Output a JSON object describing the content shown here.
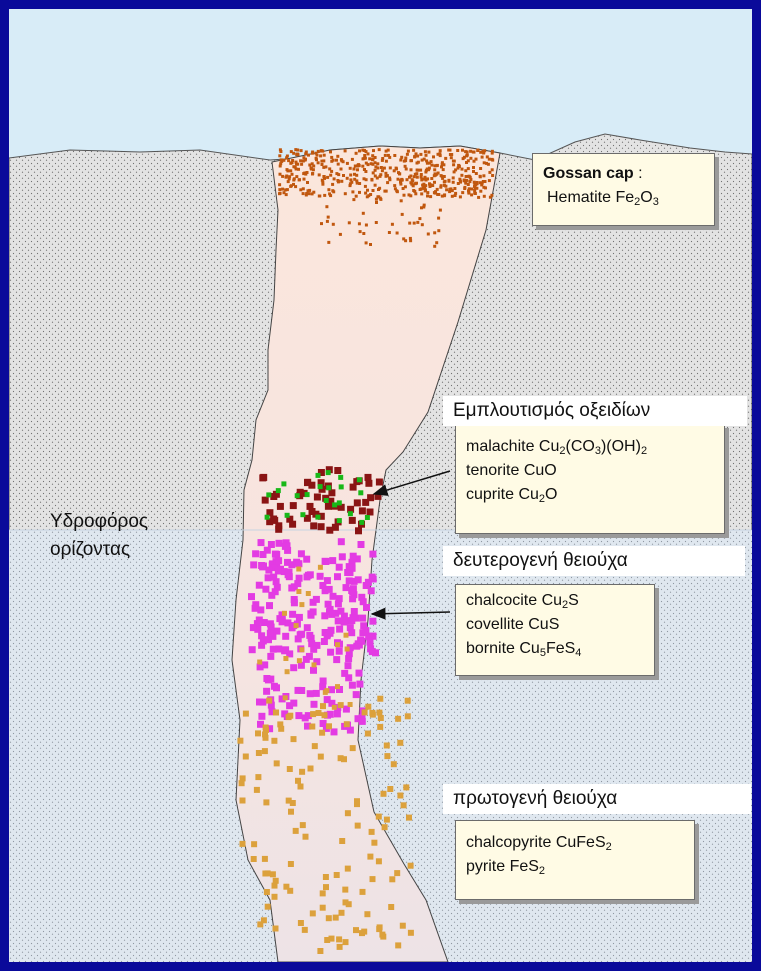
{
  "colors": {
    "frame_blue": "#0a0a9a",
    "sky": "#d8ecf7",
    "rock": "#e3e3e3",
    "rock_dots": "#6f6f6f",
    "water_zone": "#dfe7ef",
    "vein_upper": "#fbe6dc",
    "vein_lower": "#ede3e6",
    "gossan_orange": "#c0570e",
    "oxide_darkred": "#8a1414",
    "oxide_green": "#18b818",
    "secondary_magenta": "#e33be3",
    "primary_gold": "#dca13c",
    "box_fill": "#fffbe5"
  },
  "gossan": {
    "label_bold": "Gossan cap",
    "label_suffix": " :",
    "line2": {
      "text": "Hematite Fe",
      "sub": "2",
      "text2": "O",
      "sub2": "3"
    }
  },
  "water_table": {
    "line1": "Υδροφόρος",
    "line2": "ορίζοντας"
  },
  "oxide_zone": {
    "heading": "Εμπλουτισμός οξειδίων",
    "minerals": [
      {
        "a": "malachite Cu",
        "sa": "2",
        "b": "(CO",
        "sb": "3",
        "c": ")(OH)",
        "sc": "2"
      },
      {
        "a": "tenorite CuO",
        "sa": "",
        "b": "",
        "sb": "",
        "c": "",
        "sc": ""
      },
      {
        "a": "cuprite Cu",
        "sa": "2",
        "b": "O",
        "sb": "",
        "c": "",
        "sc": ""
      }
    ]
  },
  "secondary_zone": {
    "heading": "δευτερογενή θειούχα",
    "minerals": [
      {
        "a": "chalcocite Cu",
        "sa": "2",
        "b": "S",
        "sb": "",
        "c": "",
        "sc": ""
      },
      {
        "a": "covellite CuS",
        "sa": "",
        "b": "",
        "sb": "",
        "c": "",
        "sc": ""
      },
      {
        "a": "bornite Cu",
        "sa": "5",
        "b": "FeS",
        "sb": "4",
        "c": "",
        "sc": ""
      }
    ]
  },
  "primary_zone": {
    "heading": "πρωτογενή θειούχα",
    "minerals": [
      {
        "a": "chalcopyrite CuFeS",
        "sa": "2",
        "b": "",
        "sb": "",
        "c": "",
        "sc": ""
      },
      {
        "a": "pyrite FeS",
        "sa": "2",
        "b": "",
        "sb": "",
        "c": "",
        "sc": ""
      }
    ]
  }
}
